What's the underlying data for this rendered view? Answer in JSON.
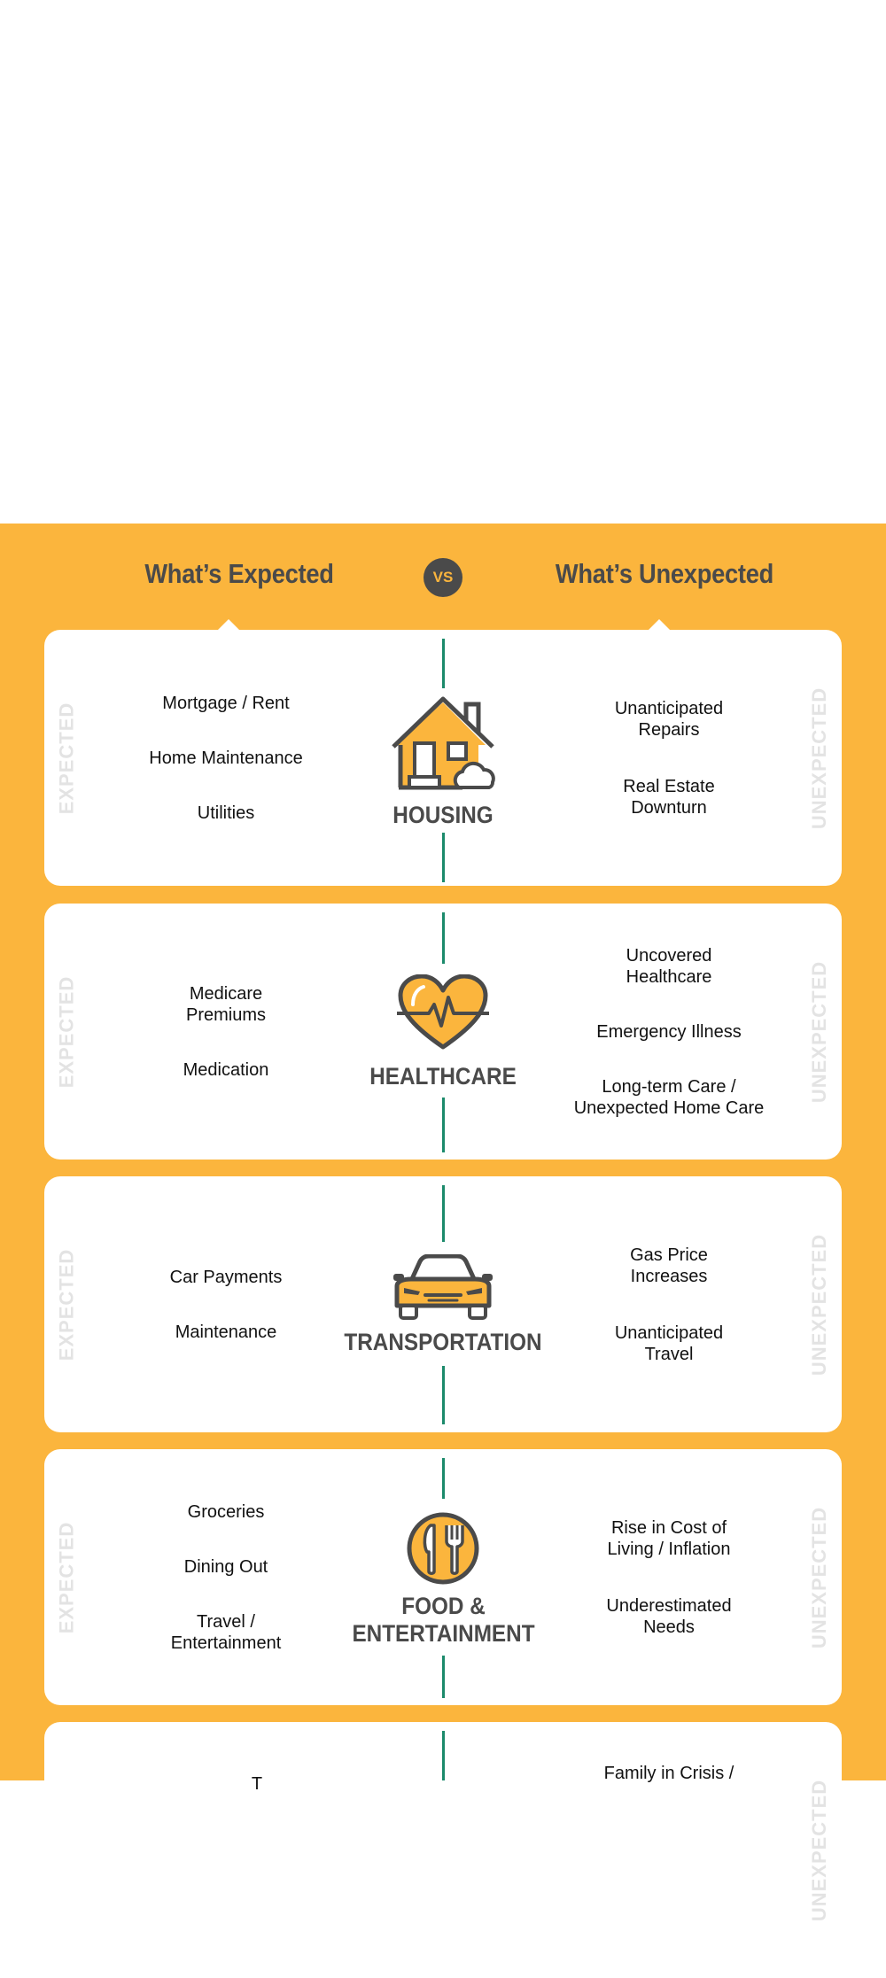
{
  "header": {
    "expected": "What’s Expected",
    "vs": "VS",
    "unexpected": "What’s Unexpected"
  },
  "side_labels": {
    "expected": "EXPECTED",
    "unexpected": "UNEXPECTED"
  },
  "colors": {
    "accent": "#FBB53D",
    "dark": "#4a4a4a",
    "line": "#1b8a6b"
  },
  "categories": [
    {
      "title": "HOUSING",
      "icon": "house-icon",
      "expected": [
        "Mortgage / Rent",
        "Home Maintenance",
        "Utilities"
      ],
      "unexpected": [
        "Unanticipated\nRepairs",
        "Real Estate\nDownturn"
      ]
    },
    {
      "title": "HEALTHCARE",
      "icon": "heart-icon",
      "expected": [
        "Medicare\nPremiums",
        "Medication"
      ],
      "unexpected": [
        "Uncovered\nHealthcare",
        "Emergency Illness",
        "Long-term Care /\nUnexpected Home Care"
      ]
    },
    {
      "title": "TRANSPORTATION",
      "icon": "car-icon",
      "expected": [
        "Car Payments",
        "Maintenance"
      ],
      "unexpected": [
        "Gas Price\nIncreases",
        "Unanticipated\nTravel"
      ]
    },
    {
      "title": "FOOD &\nENTERTAINMENT",
      "icon": "fork-knife-icon",
      "expected": [
        "Groceries",
        "Dining Out",
        "Travel /\nEntertainment"
      ],
      "unexpected": [
        "Rise in Cost of\nLiving / Inflation",
        "Underestimated\nNeeds"
      ]
    },
    {
      "title": "",
      "icon": "",
      "expected": [
        "T"
      ],
      "unexpected": [
        "Family in Crisis /"
      ]
    }
  ]
}
